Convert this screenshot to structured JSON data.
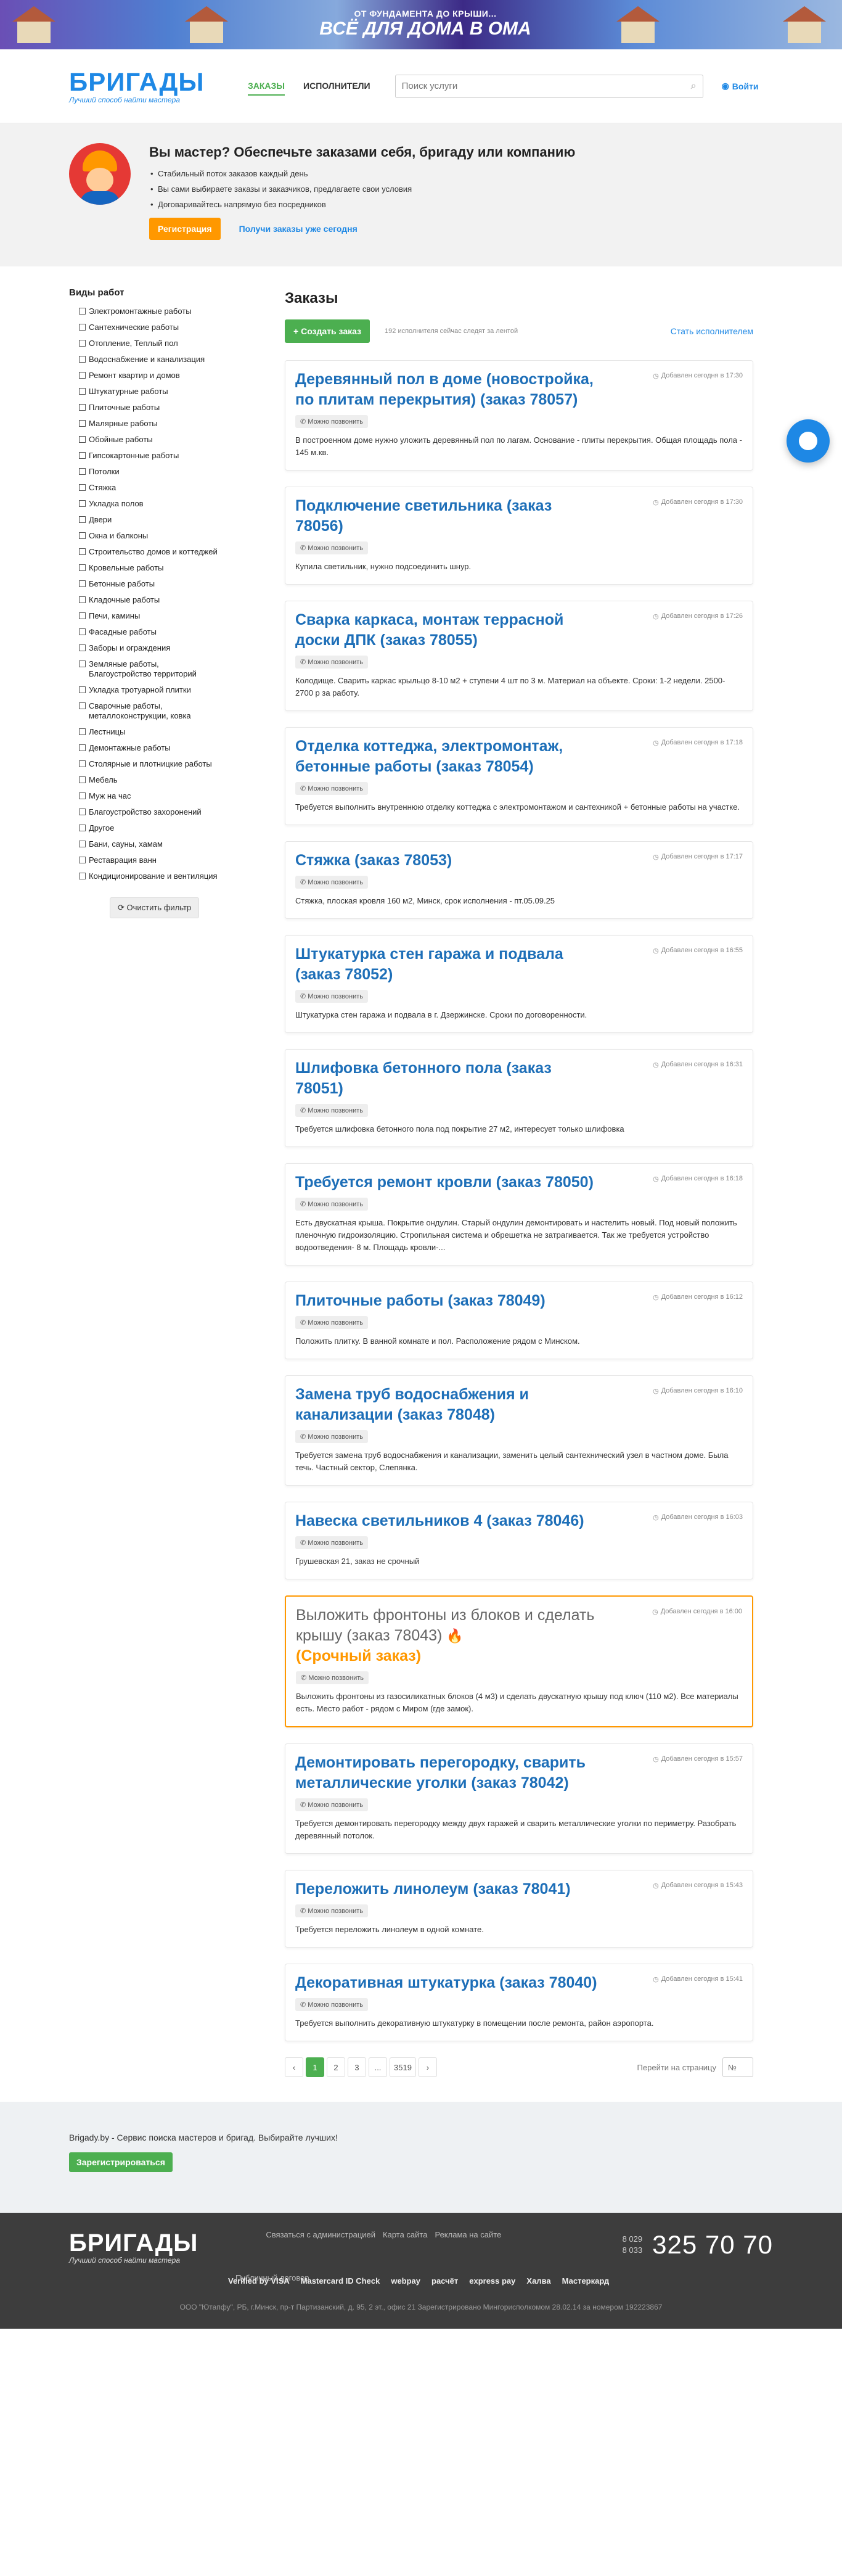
{
  "banner": {
    "line1": "ОТ ФУНДАМЕНТА ДО КРЫШИ...",
    "line2": "ВСЁ ДЛЯ ДОМА В ОМА"
  },
  "header": {
    "logo_title": "БРИГАДЫ",
    "logo_sub": "Лучший способ найти мастера",
    "nav": [
      {
        "label": "ЗАКАЗЫ"
      },
      {
        "label": "ИСПОЛНИТЕЛИ"
      }
    ],
    "search_placeholder": "Поиск услуги",
    "login_label": "Войти"
  },
  "promo": {
    "title": "Вы мастер? Обеспечьте заказами себя, бригаду или компанию",
    "bullets": [
      "Стабильный поток заказов каждый день",
      "Вы сами выбираете заказы и заказчиков, предлагаете свои условия",
      "Договаривайтесь напрямую без посредников"
    ],
    "register_label": "Регистрация",
    "get_orders_label": "Получи заказы уже сегодня"
  },
  "sidebar": {
    "title": "Виды работ",
    "categories": [
      "Электромонтажные работы",
      "Сантехнические работы",
      "Отопление, Теплый пол",
      "Водоснабжение и канализация",
      "Ремонт квартир и домов",
      "Штукатурные работы",
      "Плиточные работы",
      "Малярные работы",
      "Обойные работы",
      "Гипсокартонные работы",
      "Потолки",
      "Стяжка",
      "Укладка полов",
      "Двери",
      "Окна и балконы",
      "Строительство домов и коттеджей",
      "Кровельные работы",
      "Бетонные работы",
      "Кладочные работы",
      "Печи, камины",
      "Фасадные работы",
      "Заборы и ограждения",
      "Земляные работы, Благоустройство территорий",
      "Укладка тротуарной плитки",
      "Сварочные работы, металлоконструкции, ковка",
      "Лестницы",
      "Демонтажные работы",
      "Столярные и плотницкие работы",
      "Мебель",
      "Муж на час",
      "Благоустройство захоронений",
      "Другое",
      "Бани, сауны, хамам",
      "Реставрация ванн",
      "Кондиционирование и вентиляция"
    ],
    "clear_label": "Очистить фильтр"
  },
  "content": {
    "title": "Заказы",
    "create_label": "Создать заказ",
    "online_text": "192 исполнителя сейчас следят за лентой",
    "become_label": "Стать исполнителем",
    "call_label": "Можно позвонить",
    "orders": [
      {
        "title": "Деревянный пол в доме (новостройка, по плитам перекрытия) (заказ 78057)",
        "time": "Добавлен сегодня в 17:30",
        "desc": "В построенном доме нужно уложить деревянный пол по лагам. Основание - плиты перекрытия. Общая площадь пола - 145 м.кв."
      },
      {
        "title": "Подключение светильника (заказ 78056)",
        "time": "Добавлен сегодня в 17:30",
        "desc": "Купила светильник, нужно подсоединить шнур."
      },
      {
        "title": "Сварка каркаса, монтаж террасной доски ДПК (заказ 78055)",
        "time": "Добавлен сегодня в 17:26",
        "desc": "Колодище. Сварить каркас крыльцо 8-10 м2 + ступени 4 шт по 3 м. Материал на объекте. Сроки: 1-2 недели. 2500-2700 р за работу."
      },
      {
        "title": "Отделка коттеджа, электромонтаж, бетонные работы (заказ 78054)",
        "time": "Добавлен сегодня в 17:18",
        "desc": "Требуется выполнить внутреннюю отделку коттеджа с электромонтажом и сантехникой + бетонные работы на участке."
      },
      {
        "title": "Стяжка (заказ 78053)",
        "time": "Добавлен сегодня в 17:17",
        "desc": "Стяжка, плоская кровля 160 м2, Минск, срок исполнения - пт.05.09.25"
      },
      {
        "title": "Штукатурка стен гаража и подвала (заказ 78052)",
        "time": "Добавлен сегодня в 16:55",
        "desc": "Штукатурка стен гаража и подвала в г. Дзержинске. Сроки по договоренности."
      },
      {
        "title": "Шлифовка бетонного пола (заказ 78051)",
        "time": "Добавлен сегодня в 16:31",
        "desc": "Требуется шлифовка бетонного пола под покрытие 27 м2, интересует только шлифовка"
      },
      {
        "title": "Требуется ремонт кровли (заказ 78050)",
        "time": "Добавлен сегодня в 16:18",
        "desc": "Есть двускатная крыша. Покрытие ондулин. Старый ондулин демонтировать и настелить новый. Под новый положить пленочную гидроизоляцию. Стропильная система и обрешетка не затрагивается. Так же требуется устройство водоотведения- 8 м. Площадь кровли-..."
      },
      {
        "title": "Плиточные работы (заказ 78049)",
        "time": "Добавлен сегодня в 16:12",
        "desc": "Положить плитку. В ванной комнате и пол. Расположение рядом с Минском."
      },
      {
        "title": "Замена труб водоснабжения и канализации (заказ 78048)",
        "time": "Добавлен сегодня в 16:10",
        "desc": "Требуется замена труб водоснабжения и канализации, заменить целый сантехнический узел в частном доме. Была течь. Частный сектор, Слепянка."
      },
      {
        "title": "Навеска светильников 4 (заказ 78046)",
        "time": "Добавлен сегодня в 16:03",
        "desc": "Грушевская 21, заказ не срочный"
      },
      {
        "title": "Выложить фронтоны из блоков и сделать крышу (заказ 78043)",
        "time": "Добавлен сегодня в 16:00",
        "desc": "Выложить фронтоны из газосиликатных блоков (4 м3) и сделать двускатную крышу под ключ (110 м2). Все материалы есть. Место работ - рядом с Миром (где замок).",
        "urgent": "(Срочный заказ)"
      },
      {
        "title": "Демонтировать перегородку, сварить металлические уголки (заказ 78042)",
        "time": "Добавлен сегодня в 15:57",
        "desc": "Требуется демонтировать перегородку между двух гаражей и сварить металлические уголки по периметру. Разобрать деревянный потолок."
      },
      {
        "title": "Переложить линолеум (заказ 78041)",
        "time": "Добавлен сегодня в 15:43",
        "desc": "Требуется переложить линолеум в одной комнате."
      },
      {
        "title": "Декоративная штукатурка (заказ 78040)",
        "time": "Добавлен сегодня в 15:41",
        "desc": "Требуется выполнить декоративную штукатурку в помещении после ремонта, район аэропорта."
      }
    ],
    "pagination": {
      "prev": "‹",
      "pages": [
        "1",
        "2",
        "3",
        "...",
        "3519"
      ],
      "next": "›",
      "goto_label": "Перейти на страницу",
      "goto_placeholder": "№"
    }
  },
  "prefooter": {
    "text": "Brigady.by - Сервис поиска мастеров и бригад. Выбирайте лучших!",
    "register_label": "Зарегистрироваться"
  },
  "footer": {
    "logo_title": "БРИГАДЫ",
    "logo_sub": "Лучший способ найти мастера",
    "links": [
      "Связаться с администрацией",
      "Карта сайта",
      "Реклама на сайте"
    ],
    "public_contract": "Публичный договор",
    "phone_codes": [
      "8 029",
      "8 033"
    ],
    "phone_number": "325 70 70",
    "payments": [
      "Verified by VISA",
      "Mastercard ID Check",
      "webpay",
      "расчёт",
      "express pay",
      "Халва",
      "Мастеркард"
    ],
    "legal": "ООО \"Ютапфу\", РБ, г.Минск, пр-т Партизанский, д. 95, 2 эт., офис 21 Зарегистрировано Мингорисполкомом 28.02.14 за номером 192223867"
  },
  "colors": {
    "accent_blue": "#1e88e5",
    "green": "#4caf50",
    "orange": "#ff9800",
    "title_blue": "#1e6fb8"
  }
}
